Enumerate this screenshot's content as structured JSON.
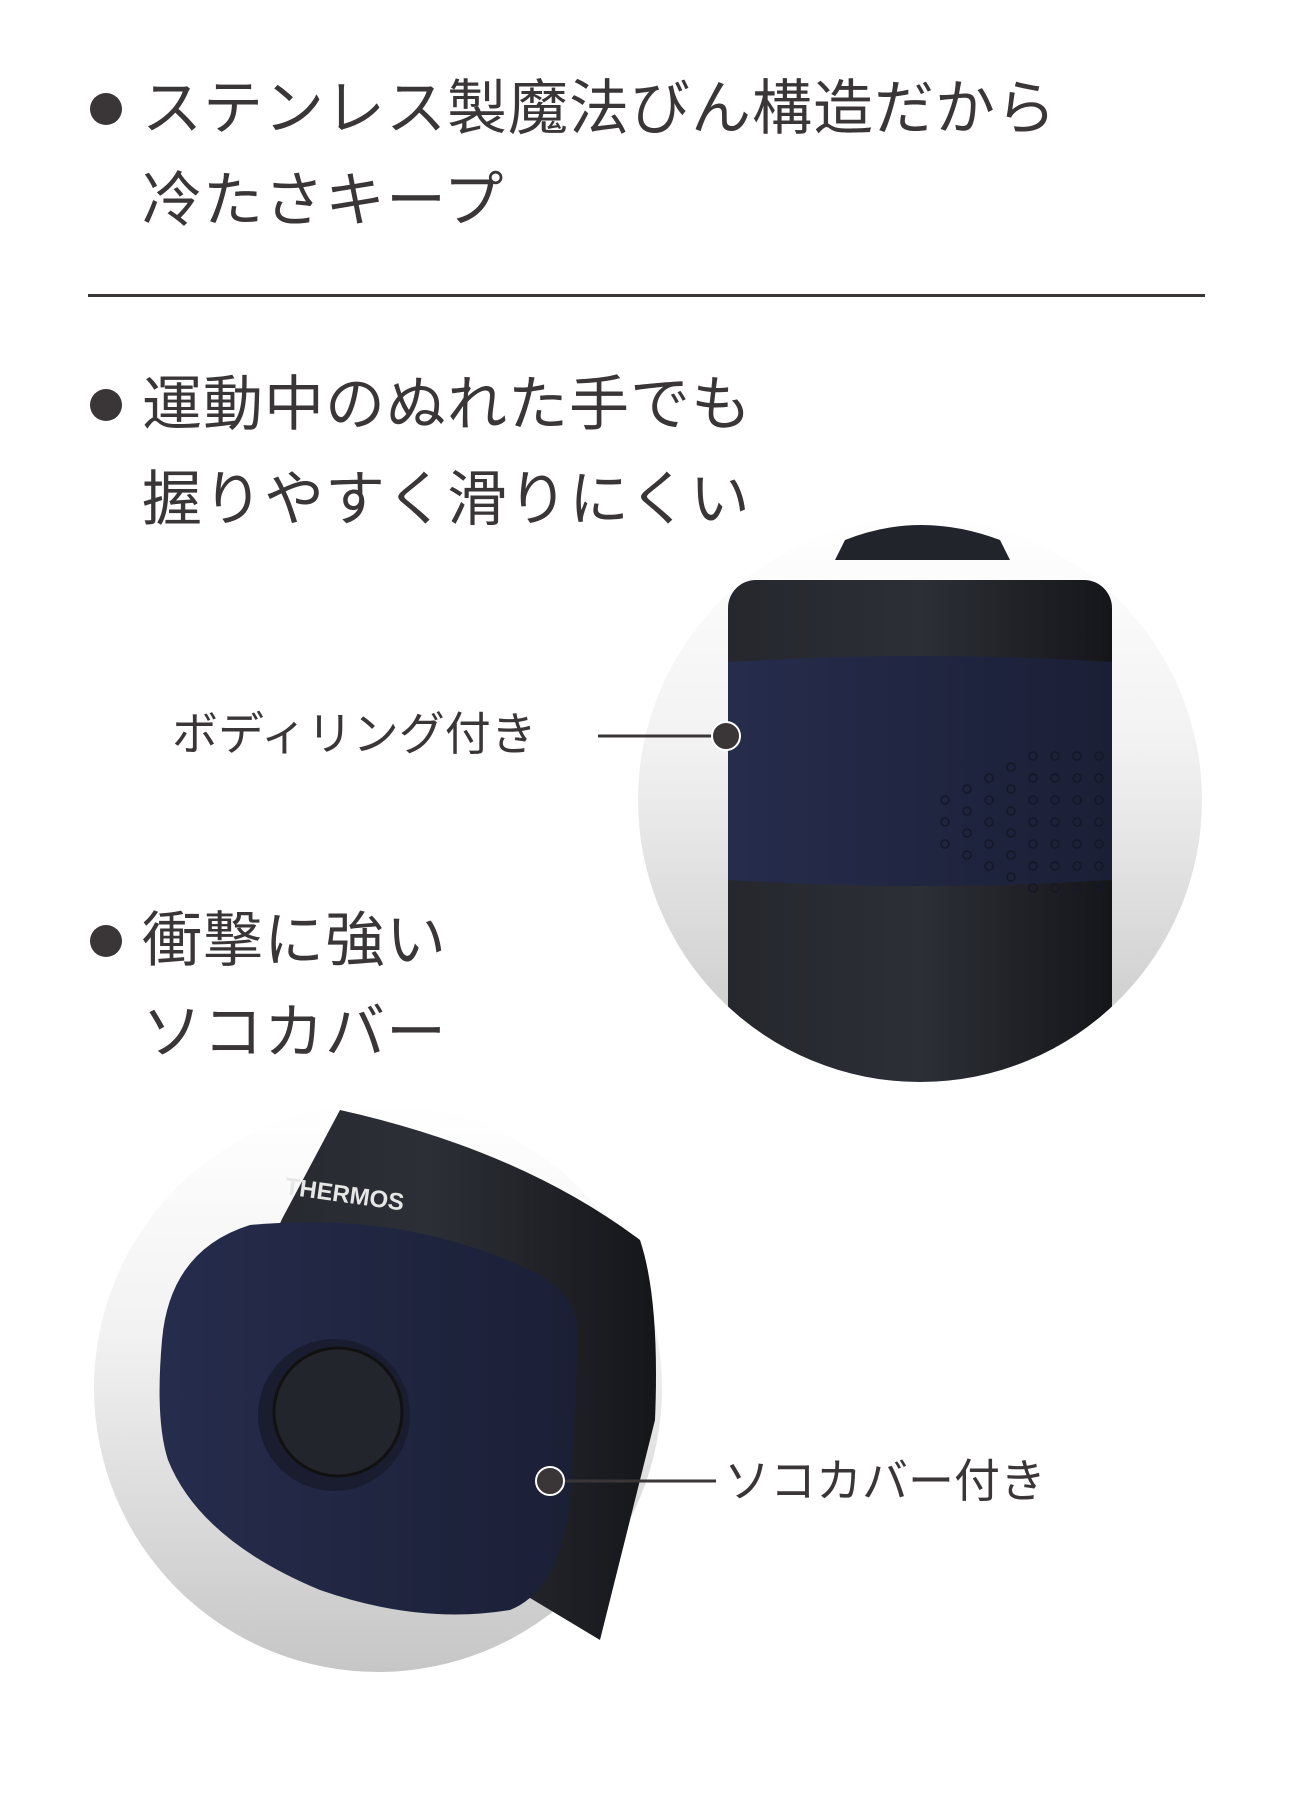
{
  "features": [
    {
      "lines": [
        "ステンレス製魔法びん構造だから",
        "冷たさキープ"
      ]
    },
    {
      "lines": [
        "運動中のぬれた手でも",
        "握りやすく滑りにくい"
      ]
    },
    {
      "lines": [
        "衝撃に強い",
        "ソコカバー"
      ]
    }
  ],
  "callouts": {
    "body_ring": "ボディリング付き",
    "bottom_cover": "ソコカバー付き"
  },
  "product": {
    "brand_logo": "THERMOS"
  },
  "colors": {
    "text": "#3a3536",
    "navy": "#222845",
    "black": "#1c1e24"
  }
}
